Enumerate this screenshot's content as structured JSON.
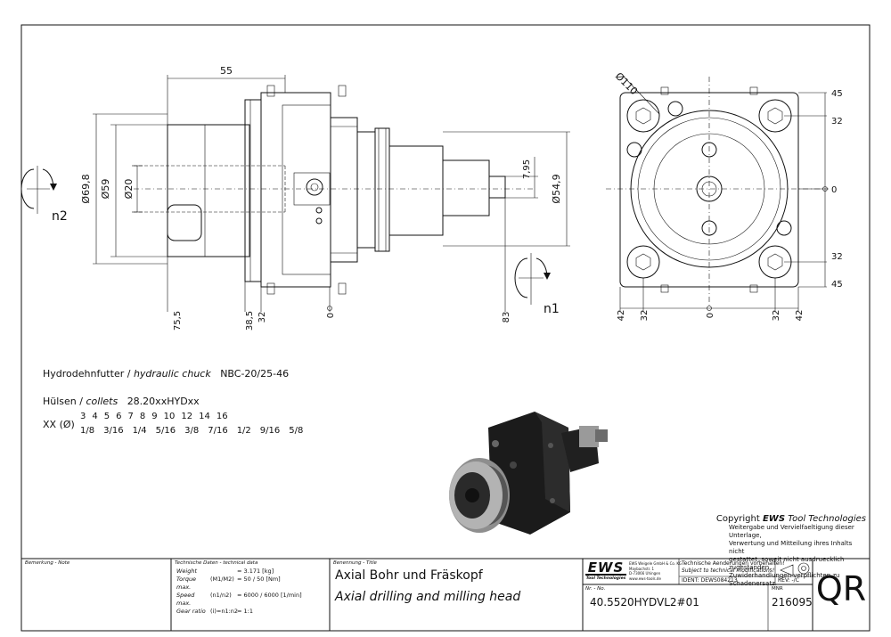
{
  "drawing": {
    "dims_side": {
      "top": "55",
      "d69": "Ø69,8",
      "d59": "Ø59",
      "d20": "Ø20",
      "d549": "Ø54,9",
      "v795": "7,95",
      "b755": "75,5",
      "b385": "38,5",
      "b32": "32",
      "b0": "0",
      "b83": "83",
      "n1": "n1",
      "n2": "n2"
    },
    "dims_front": {
      "d110": "Ø110",
      "r45a": "45",
      "r32a": "32",
      "r0": "0",
      "r32b": "32",
      "r45b": "45",
      "b42a": "42",
      "b32a": "32",
      "b0": "0",
      "b32b": "32",
      "b42b": "42"
    }
  },
  "specs": {
    "chuck_label_de": "Hydrodehnfutter",
    "chuck_label_en": "hydraulic chuck",
    "chuck_value": "NBC-20/25-46",
    "collet_label_de": "Hülsen",
    "collet_label_en": "collets",
    "collet_value": "28.20xxHYDxx",
    "xx_label": "XX (Ø)",
    "metric": [
      "3",
      "4",
      "5",
      "6",
      "7",
      "8",
      "9",
      "10",
      "12",
      "14",
      "16"
    ],
    "imperial": [
      "1/8",
      "3/16",
      "1/4",
      "5/16",
      "3/8",
      "7/16",
      "1/2",
      "9/16",
      "5/8"
    ]
  },
  "copyright": {
    "prefix": "Copyright",
    "brand": "EWS",
    "suffix": "Tool Technologies",
    "lines": [
      "Weitergabe und Vervielfaeltigung dieser Unterlage,",
      "Verwertung und Mitteilung ihres Inhalts nicht",
      "gestattet, soweit nicht ausdruecklich zugestanden.",
      "Zuwiderhandlungen verpflichten zu Schadenersatz."
    ]
  },
  "titleblock": {
    "remark_label": "Bemerkung - Note",
    "tech_label": "Technische Daten - technical data",
    "rows": [
      {
        "label": "Weight",
        "unit": "",
        "value": "= 3.171 [kg]"
      },
      {
        "label": "Torque max.",
        "unit": "(M1/M2)",
        "value": "= 50 / 50 [Nm]"
      },
      {
        "label": "Speed max.",
        "unit": "(n1/n2)",
        "value": "= 6000 / 6000 [1/min]"
      },
      {
        "label": "Gear ratio",
        "unit": "(i)=n1:n2",
        "value": "= 1:1"
      }
    ],
    "name_label": "Benennung - Title",
    "title_de": "Axial Bohr und Fräskopf",
    "title_en": "Axial drilling and milling head",
    "logo": "EWS",
    "logo_sub": "Tool Technologies",
    "company_lines": [
      "EWS Weigele GmbH & Co. KG",
      "Maybachstr. 1",
      "D-73066 Uhingen",
      "www.ews-tools.de"
    ],
    "change_de": "Technische Aenderungen vorbehalten!",
    "change_en": "Subject to technical modifications!",
    "ident": "IDENT: DEWS084213",
    "rev": "REV: -/C",
    "nr_label": "Nr. - No.",
    "nr_value": "40.5520HYDVL2#01",
    "mnr_label": "MNR",
    "mnr_value": "216095",
    "qr": "QR"
  }
}
